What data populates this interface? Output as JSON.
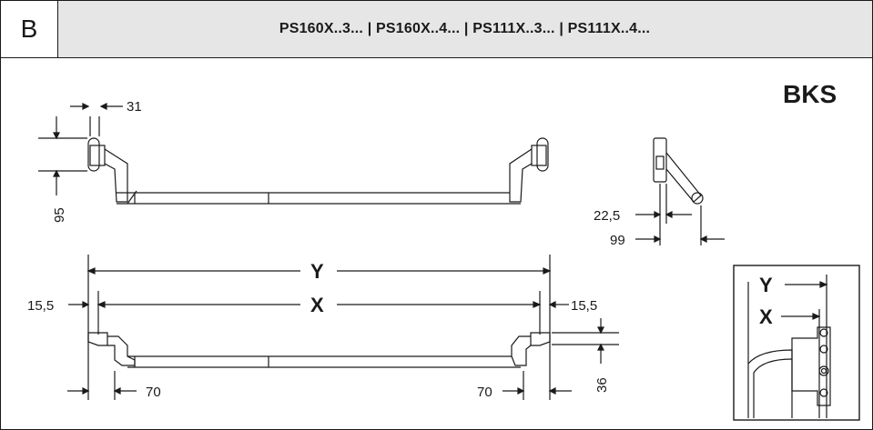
{
  "header": {
    "section_letter": "B",
    "title": "PS160X..3...  | PS160X..4...  | PS111X..3... | PS111X..4..."
  },
  "brand": "BKS",
  "dimensions": {
    "top_width": "31",
    "top_height": "95",
    "side_offset_a": "22,5",
    "side_offset_b": "99",
    "overall_y": "Y",
    "overall_x": "X",
    "left_margin": "15,5",
    "right_margin": "15,5",
    "left_foot": "70",
    "right_foot": "70",
    "height_36": "36",
    "detail_y": "Y",
    "detail_x": "X"
  }
}
